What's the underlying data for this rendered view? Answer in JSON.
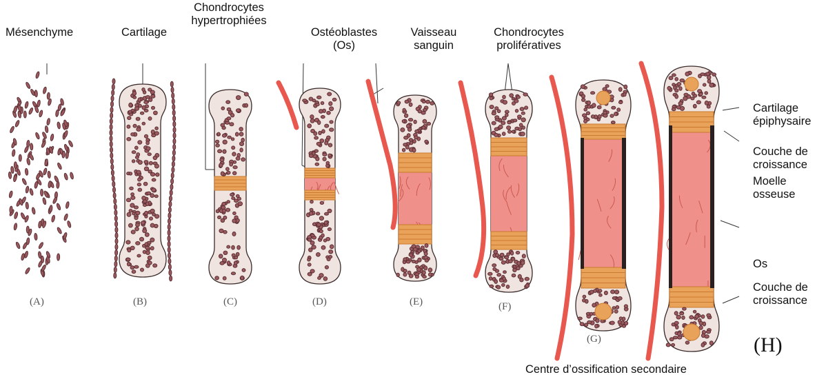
{
  "labels": {
    "mesenchyme": "Mésenchyme",
    "cartilage": "Cartilage",
    "chondro_hyper_1": "Chondrocytes",
    "chondro_hyper_2": "hypertrophiées",
    "osteoblasts_1": "Ostéoblastes",
    "osteoblasts_2": "(Os)",
    "vessel_1": "Vaisseau",
    "vessel_2": "sanguin",
    "chondro_prolif_1": "Chondrocytes",
    "chondro_prolif_2": "prolifératives",
    "cartilage_epi_1": "Cartilage",
    "cartilage_epi_2": "épiphysaire",
    "growth_layer_1": "Couche de",
    "growth_layer_2": "croissance",
    "marrow_1": "Moelle",
    "marrow_2": "osseuse",
    "bone": "Os",
    "growth_layer_b1": "Couche de",
    "growth_layer_b2": "croissance",
    "secondary_center": "Centre d’ossification secondaire"
  },
  "stages": [
    "(A)",
    "(B)",
    "(C)",
    "(D)",
    "(E)",
    "(F)",
    "(G)",
    "(H)"
  ],
  "colors": {
    "cell": "#5a2f35",
    "cell_fill": "#9b5a5e",
    "cartilage_bg": "#efe4df",
    "hypertrophic": "#e9a25a",
    "hypertrophic_dark": "#c97a2e",
    "marrow": "#f0908a",
    "vessel": "#e8584e",
    "bone_collar": "#2b2020",
    "outline": "#3a2a2a"
  }
}
